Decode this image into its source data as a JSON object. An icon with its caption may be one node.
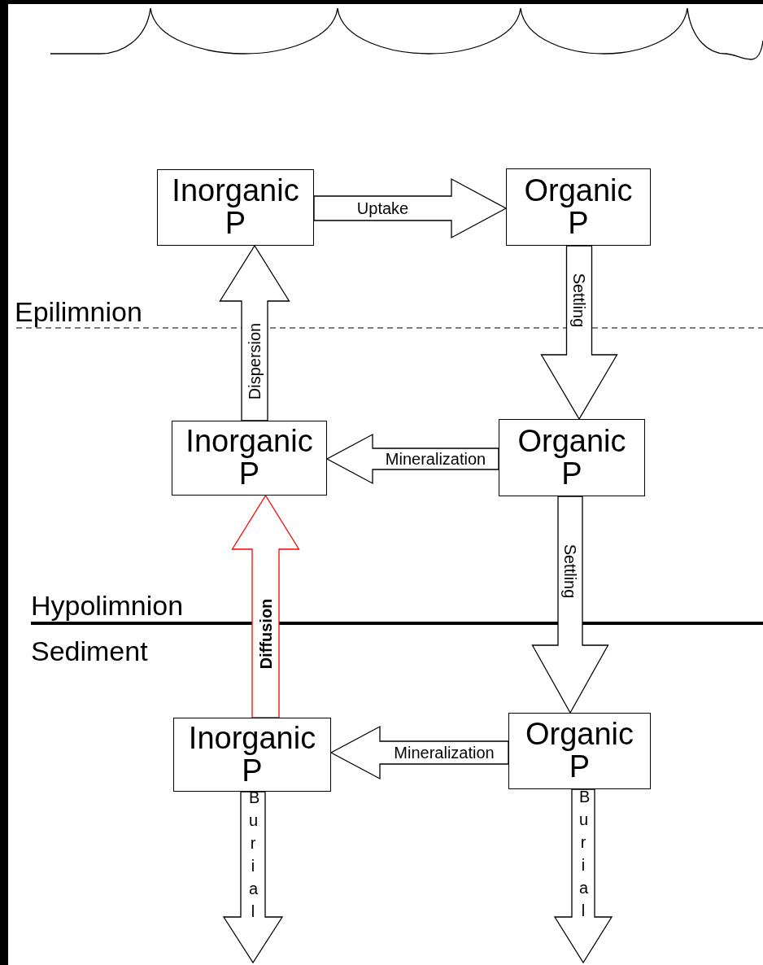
{
  "diagram": {
    "nodes": [
      {
        "text": [
          "Inorganic P"
        ]
      },
      {
        "text": [
          "Organic P"
        ]
      },
      {
        "text": [
          "Inorganic P"
        ]
      },
      {
        "text": [
          "Organic P"
        ]
      },
      {
        "text": [
          "Inorganic P"
        ]
      },
      {
        "text": [
          "Organic P"
        ]
      }
    ],
    "edges": [
      {
        "from": 0,
        "to": 1,
        "arrow": "to",
        "label": "Uptake"
      },
      {
        "from": 1,
        "to": 3,
        "arrow": "to",
        "label": "Settling"
      },
      {
        "from": 2,
        "to": 0,
        "arrow": "to",
        "label": "Dispersion"
      },
      {
        "from": 3,
        "to": 2,
        "arrow": "to",
        "label": "Mineralization"
      },
      {
        "from": 3,
        "to": 5,
        "arrow": "to",
        "label": "Settling"
      },
      {
        "from": 4,
        "to": 2,
        "arrow": "to",
        "label": "Diffusion",
        "color": "#ff0000"
      },
      {
        "from": 5,
        "to": 4,
        "arrow": "to",
        "label": "Mineralization"
      },
      {
        "from": 4,
        "to": null,
        "arrow": "to",
        "label": "Burial"
      },
      {
        "from": 5,
        "to": null,
        "arrow": "to",
        "label": "Burial"
      }
    ],
    "labels": [
      "Epilimnion",
      "Hypolimnion",
      "Sediment"
    ]
  }
}
